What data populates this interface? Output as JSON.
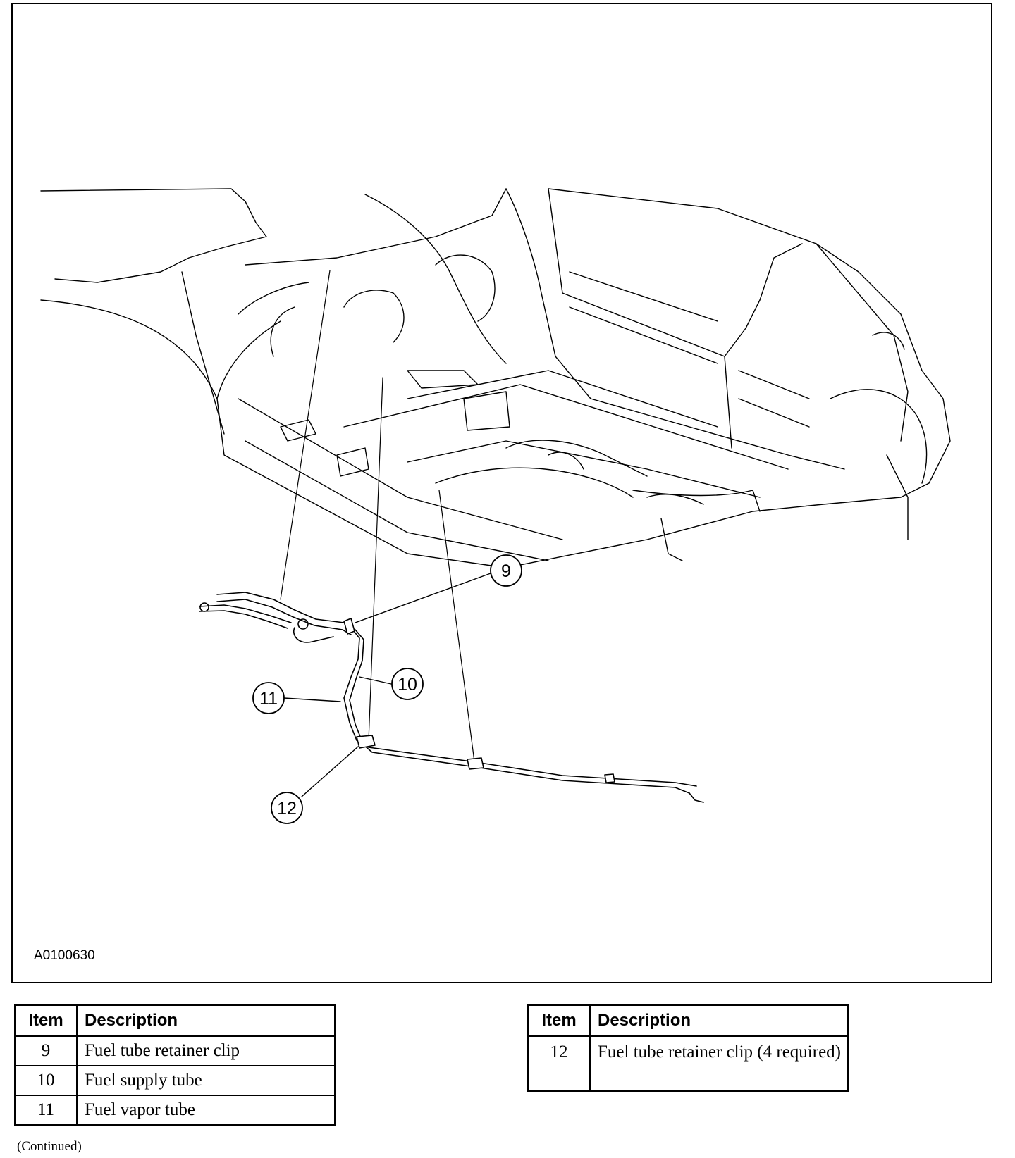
{
  "figure": {
    "id": "A0100630",
    "callouts": [
      "9",
      "10",
      "11",
      "12"
    ]
  },
  "tables": {
    "left": {
      "headers": {
        "item": "Item",
        "description": "Description"
      },
      "rows": [
        {
          "item": "9",
          "description": "Fuel tube retainer clip"
        },
        {
          "item": "10",
          "description": "Fuel supply tube"
        },
        {
          "item": "11",
          "description": "Fuel vapor tube"
        }
      ]
    },
    "right": {
      "headers": {
        "item": "Item",
        "description": "Description"
      },
      "rows": [
        {
          "item": "12",
          "description": "Fuel tube retainer clip (4 required)"
        }
      ]
    }
  },
  "footer": {
    "continued": "(Continued)"
  }
}
